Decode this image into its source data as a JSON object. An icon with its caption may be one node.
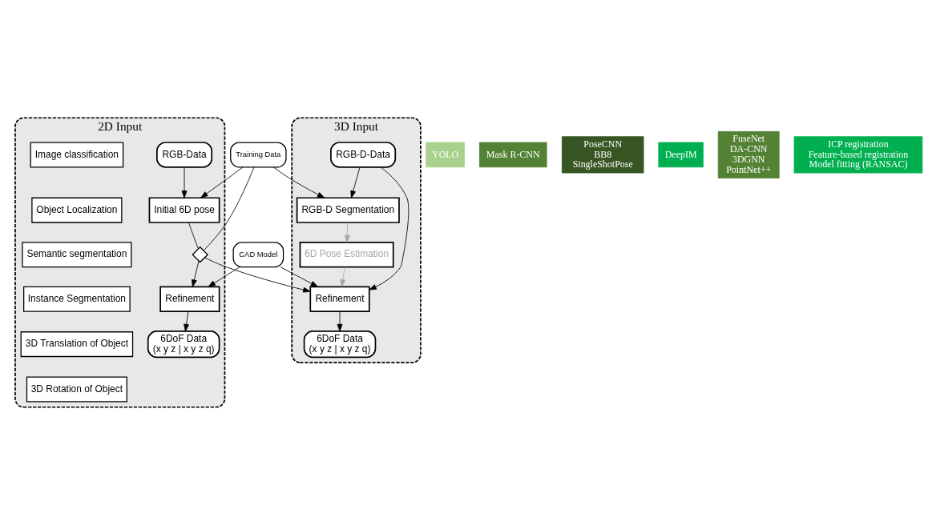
{
  "diagram": {
    "nodes": [
      {
        "text": [
          "2D Input"
        ]
      },
      {
        "text": [
          "RGB-Data"
        ],
        "in": 0
      },
      {
        "text": [
          "Initial 6D pose"
        ],
        "in": 0
      },
      {
        "text": [],
        "shape": "diamond",
        "in": 0
      },
      {
        "text": [
          "Refinement"
        ],
        "in": 0
      },
      {
        "text": [
          "6DoF Data",
          "(x y z | x y z q)"
        ],
        "in": 0
      },
      {
        "text": [
          "Image classification"
        ],
        "in": 0
      },
      {
        "text": [
          "Object Localization"
        ],
        "in": 0
      },
      {
        "text": [
          "Semantic segmentation"
        ],
        "in": 0
      },
      {
        "text": [
          "Instance Segmentation"
        ],
        "in": 0
      },
      {
        "text": [
          "3D Translation of Object"
        ],
        "in": 0
      },
      {
        "text": [
          "3D Rotation of Object"
        ],
        "in": 0
      },
      {
        "text": [
          "3D Input"
        ]
      },
      {
        "text": [
          "RGB-D-Data"
        ],
        "in": 12
      },
      {
        "text": [
          "RGB-D Segmentation"
        ],
        "in": 12
      },
      {
        "text": [
          "6D Pose Estimation"
        ],
        "in": 12
      },
      {
        "text": [
          "Refinement"
        ],
        "in": 12
      },
      {
        "text": [
          "6DoF Data",
          "(x y z | x y z q)"
        ],
        "in": 12
      },
      {
        "text": [
          "Training Data"
        ]
      },
      {
        "text": [
          "CAD Model"
        ]
      },
      {
        "text": [
          "YOLO"
        ]
      },
      {
        "text": [
          "Mask R-CNN"
        ]
      },
      {
        "text": [
          "PoseCNN",
          "BB8",
          "SingleShotPose"
        ]
      },
      {
        "text": [
          "DeepIM"
        ]
      },
      {
        "text": [
          "FuseNet",
          "DA-CNN",
          "3DGNN",
          "PointNet++"
        ]
      },
      {
        "text": [
          "ICP registration",
          "Feature-based registration",
          "Model fitting (RANSAC)"
        ]
      }
    ],
    "edges": [
      {
        "from": 1,
        "to": 2,
        "arrow": "to"
      },
      {
        "from": 18,
        "to": 2,
        "arrow": "to"
      },
      {
        "from": 18,
        "to": 14,
        "arrow": "to"
      },
      {
        "from": 2,
        "to": 3,
        "arrow": "none"
      },
      {
        "from": 18,
        "to": 3,
        "arrow": "none"
      },
      {
        "from": 3,
        "to": 4,
        "arrow": "to"
      },
      {
        "from": 3,
        "to": 16,
        "arrow": "to"
      },
      {
        "from": 19,
        "to": 4,
        "arrow": "to"
      },
      {
        "from": 19,
        "to": 16,
        "arrow": "to"
      },
      {
        "from": 4,
        "to": 5,
        "arrow": "to"
      },
      {
        "from": 13,
        "to": 14,
        "arrow": "to"
      },
      {
        "from": 14,
        "to": 15,
        "arrow": "to",
        "color": "#a6a6a6"
      },
      {
        "from": 13,
        "to": 16,
        "arrow": "to"
      },
      {
        "from": 15,
        "to": 16,
        "arrow": "to",
        "color": "#a6a6a6"
      },
      {
        "from": 16,
        "to": 17,
        "arrow": "to"
      }
    ]
  }
}
